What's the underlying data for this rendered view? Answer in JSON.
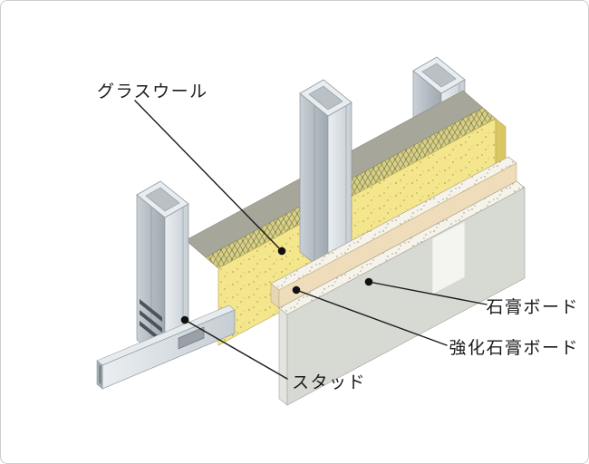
{
  "figure": {
    "type": "wall-construction-detail-diagram",
    "labels": {
      "glasswool": "グラスウール",
      "gypsum_board": "石膏ボード",
      "reinforced_gypsum_board": "強化石膏ボード",
      "stud": "スタッド"
    },
    "colors": {
      "background": "#ffffff",
      "frame_border": "#cccccc",
      "glasswool_face": "#f4e68c",
      "glasswool_top_edge": "#d6d08a",
      "cavity_gray": "#a6a69b",
      "gypsum_core": "#f5f3ea",
      "reinforced_board_face": "#eedcba",
      "gypsum_board_face": "#d7d9d3",
      "steel_light": "#e8edf0",
      "steel_mid": "#c2cad0",
      "leader_line": "#1a1a1a"
    }
  }
}
